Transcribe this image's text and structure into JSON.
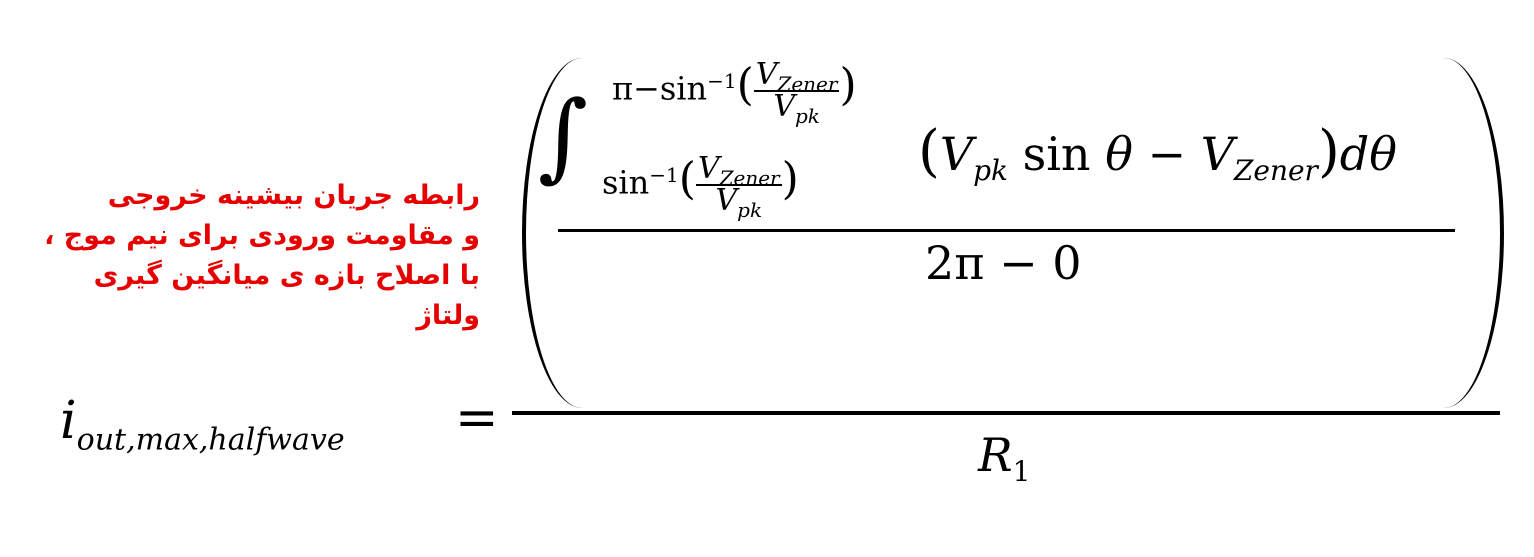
{
  "annotation": {
    "lines": [
      "رابطه جریان بیشینه خروجی",
      "و مقاومت ورودی برای نیم موج ،",
      "با اصلاح بازه ی میانگین گیری ولتاژ"
    ],
    "color": "#e60000"
  },
  "equation": {
    "lhs_base": "i",
    "lhs_sub": "out,max,halfwave",
    "equals": "=",
    "integral_sign": "∫",
    "upper_prefix": "π−sin",
    "upper_sup": "−1",
    "lower_prefix": "sin",
    "lower_sup": "−1",
    "limit_num_base": "V",
    "limit_num_sub": "Zener",
    "limit_den_base": "V",
    "limit_den_sub": "pk",
    "integrand_open": "(",
    "integrand_V1": "V",
    "integrand_V1_sub": "pk",
    "integrand_sin": " sin ",
    "integrand_theta": "θ",
    "integrand_minus": " − ",
    "integrand_V2": "V",
    "integrand_V2_sub": "Zener",
    "integrand_close": ")",
    "integrand_d": "d",
    "integrand_dtheta": "θ",
    "inner_denominator": "2π − 0",
    "outer_denominator_base": "R",
    "outer_denominator_sub": "1"
  }
}
